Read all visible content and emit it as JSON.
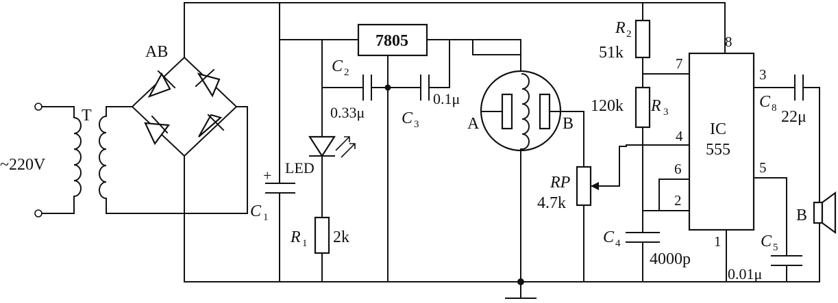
{
  "labels": {
    "input_voltage": "~220V",
    "transformer": "T",
    "bridge": "AB",
    "c1_name": "C",
    "c1_sub": "1",
    "c1_plus": "+",
    "led": "LED",
    "r1_name": "R",
    "r1_sub": "1",
    "r1_value": "2k",
    "regulator": "7805",
    "c2_name": "C",
    "c2_sub": "2",
    "c2_value": "0.33μ",
    "c3_name": "C",
    "c3_sub": "3",
    "c3_value": "0.1μ",
    "node_a": "A",
    "node_b": "B",
    "rp_name": "RP",
    "rp_value": "4.7k",
    "r2_name": "R",
    "r2_sub": "2",
    "r2_value": "51k",
    "r3_name": "R",
    "r3_sub": "3",
    "r3_value": "120k",
    "c4_name": "C",
    "c4_sub": "4",
    "c4_value": "4000p",
    "ic_line1": "IC",
    "ic_line2": "555",
    "pin8": "8",
    "pin7": "7",
    "pin4": "4",
    "pin6": "6",
    "pin2": "2",
    "pin1": "1",
    "pin3": "3",
    "pin5": "5",
    "c8_name": "C",
    "c8_sub": "8",
    "c8_value": "22μ",
    "c5_name": "C",
    "c5_sub": "5",
    "c5_value": "0.01μ",
    "speaker": "B"
  }
}
